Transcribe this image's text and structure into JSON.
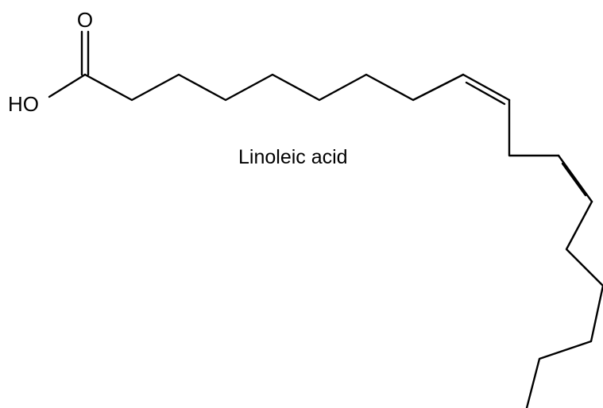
{
  "molecule": {
    "name": "Linoleic acid",
    "atoms": {
      "oxygen_carbonyl": "O",
      "hydroxyl": "HO"
    }
  },
  "colors": {
    "bond": "#000000",
    "background": "#ffffff"
  }
}
